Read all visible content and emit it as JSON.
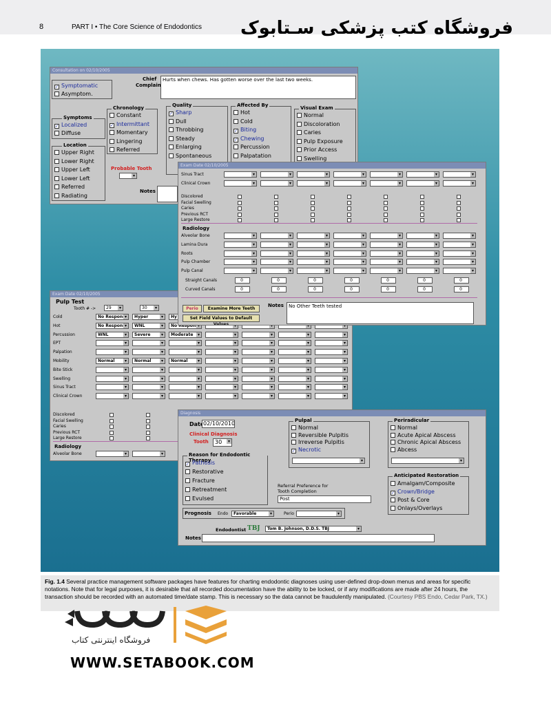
{
  "header": {
    "page_number": "8",
    "running_head": "PART I • The Core Science of Endodontics",
    "store_title": "فروشگاه کتب پزشکی سـتابوک"
  },
  "consult": {
    "title": "Consultation on 02/10/2005",
    "chief_label": "Chief",
    "complaint_label": "Complaint",
    "complaint_text": "Hurts when chews.  Has gotten worse over the last two weeks.",
    "status": [
      {
        "label": "Symptomatic",
        "on": true
      },
      {
        "label": "Asymptom.",
        "on": false
      }
    ],
    "symptoms_title": "Symptoms",
    "symptoms": [
      {
        "label": "Localized",
        "on": true
      },
      {
        "label": "Diffuse",
        "on": false
      }
    ],
    "location_title": "Location",
    "location": [
      {
        "label": "Upper Right",
        "on": false
      },
      {
        "label": "Lower Right",
        "on": false
      },
      {
        "label": "Upper Left",
        "on": false
      },
      {
        "label": "Lower Left",
        "on": false
      },
      {
        "label": "Referred",
        "on": false
      },
      {
        "label": "Radiating",
        "on": false
      }
    ],
    "chronology_title": "Chronology",
    "chronology": [
      {
        "label": "Constant",
        "on": false
      },
      {
        "label": "Intermittant",
        "on": true
      },
      {
        "label": "Momentary",
        "on": false
      },
      {
        "label": "Lingering",
        "on": false
      },
      {
        "label": "Referred",
        "on": false
      }
    ],
    "probable_tooth": "Probable Tooth",
    "notes_label": "Notes",
    "quality_title": "Quality",
    "quality": [
      {
        "label": "Sharp",
        "on": true
      },
      {
        "label": "Dull",
        "on": false
      },
      {
        "label": "Throbbing",
        "on": false
      },
      {
        "label": "Steady",
        "on": false
      },
      {
        "label": "Enlarging",
        "on": false
      },
      {
        "label": "Spontaneous",
        "on": false
      }
    ],
    "affected_title": "Affected By",
    "affected": [
      {
        "label": "Hot",
        "on": false
      },
      {
        "label": "Cold",
        "on": false
      },
      {
        "label": "Biting",
        "on": true
      },
      {
        "label": "Chewing",
        "on": true
      },
      {
        "label": "Percussion",
        "on": false
      },
      {
        "label": "Palpatation",
        "on": false
      }
    ],
    "visual_title": "Visual Exam",
    "visual": [
      {
        "label": "Normal",
        "on": false
      },
      {
        "label": "Discoloration",
        "on": false
      },
      {
        "label": "Caries",
        "on": false
      },
      {
        "label": "Pulp Exposure",
        "on": false
      },
      {
        "label": "Prior Access",
        "on": false
      },
      {
        "label": "Swelling",
        "on": false
      }
    ]
  },
  "exam_right": {
    "title": "Exam Date 02/10/2005",
    "rows_top": [
      "Sinus Tract",
      "Clinical Crown"
    ],
    "rows_check": [
      "Discolored",
      "Facial Swelling",
      "Caries",
      "Previous RCT",
      "Large Restore"
    ],
    "radiology": "Radiology",
    "rows_rad": [
      "Alveolar Bone",
      "Lamina Dura",
      "Roots",
      "Pulp Chamber",
      "Pulp Canal"
    ],
    "rows_spin": [
      "Straight Canals",
      "Curved Canals"
    ],
    "spin_value": "0",
    "perio_btn": "Perio",
    "exam_btn": "Examine More Teeth",
    "default_btn": "Set Field Values to Default Values",
    "notes_label": "Notes",
    "notes_text": "No Other Teeth tested"
  },
  "exam_left": {
    "title": "Exam Date 02/10/2005",
    "pulp_test": "Pulp Test",
    "tooth_label": "Tooth # ->",
    "tooth_a": "29",
    "tooth_b": "30",
    "rows": [
      "Cold",
      "Hot",
      "Percussion",
      "EPT",
      "Palpation",
      "Mobility",
      "Bite Stick",
      "Swelling",
      "Sinus Tract",
      "Clinical Crown"
    ],
    "col_a": [
      "No Respons",
      "No Respons",
      "WNL",
      "",
      "",
      "Normal",
      "",
      "",
      "",
      ""
    ],
    "col_b": [
      "Hyper",
      "WNL",
      "Severe",
      "",
      "",
      "Normal",
      "",
      "",
      "",
      ""
    ],
    "col_c": [
      "Hy",
      "No Respons",
      "Moderate",
      "",
      "",
      "Normal",
      "",
      "",
      "",
      ""
    ],
    "rows_check": [
      "Discolored",
      "Facial Swelling",
      "Caries",
      "Previous RCT",
      "Large Restore"
    ],
    "radiology": "Radiology",
    "alveolar": "Alveolar Bone"
  },
  "diagnosis": {
    "title": "Diagnosis",
    "date_label": "Date",
    "date": "02/10/2010",
    "clinical": "Clinical Diagnosis",
    "tooth_label": "Tooth",
    "tooth": "30",
    "reason_title": "Reason for Endodontic Therapy",
    "reasons": [
      {
        "label": "Pathosis",
        "on": true
      },
      {
        "label": "Restorative",
        "on": false
      },
      {
        "label": "Fracture",
        "on": false
      },
      {
        "label": "Retreatment",
        "on": false
      },
      {
        "label": "Evulsed",
        "on": false
      }
    ],
    "pulpal_title": "Pulpal",
    "pulpal": [
      {
        "label": "Normal",
        "on": false
      },
      {
        "label": "Reversible Pulpitis",
        "on": false
      },
      {
        "label": "Irreverse Pulpitis",
        "on": false
      },
      {
        "label": "Necrotic",
        "on": true
      }
    ],
    "periradicular_title": "Periradicular",
    "periradicular": [
      {
        "label": "Normal",
        "on": false
      },
      {
        "label": "Acute Apical Abscess",
        "on": false
      },
      {
        "label": "Chronic Apical Abscess",
        "on": false
      },
      {
        "label": "Abcess",
        "on": false
      }
    ],
    "anticipated_title": "Anticipated Restoration",
    "anticipated": [
      {
        "label": "Amalgam/Composite",
        "on": false
      },
      {
        "label": "Crown/Bridge",
        "on": true
      },
      {
        "label": "Post & Core",
        "on": false
      },
      {
        "label": "Onlays/Overlays",
        "on": false
      }
    ],
    "referral_line1": "Referral Preference for",
    "referral_line2": "Tooth Completion",
    "referral_value": "Post",
    "prognosis": "Prognosis",
    "endo_label": "Endo",
    "endo_value": "Favorable",
    "perio_label": "Perio",
    "endodontist_label": "Endodontist",
    "endodontist_initials": "TBJ",
    "endodontist_name": "Tom B. Johnson, D.D.S. TBJ",
    "notes_label": "Notes"
  },
  "caption": {
    "lead": "Fig. 1.4",
    "text": " Several practice management software packages have features for charting endodontic diagnoses using user-defined drop-down menus and areas for specific notations. Note that for legal purposes, it is desirable that all recorded documentation have the ability to be locked, or if any modifications are made after 24 hours, the transaction should be recorded with an automated time/date stamp. This is necessary so the data cannot be fraudulently manipulated.",
    "credit": " (Courtesy PBS Endo, Cedar Park, TX.)"
  },
  "watermark": {
    "store_name": "فروشگاه اینترنتی کتاب",
    "url": "WWW.SETABOOK.COM"
  },
  "colors": {
    "checked_text": "#1a2a9c",
    "red_label": "#d32020",
    "titlebar": "#7c8db5"
  }
}
